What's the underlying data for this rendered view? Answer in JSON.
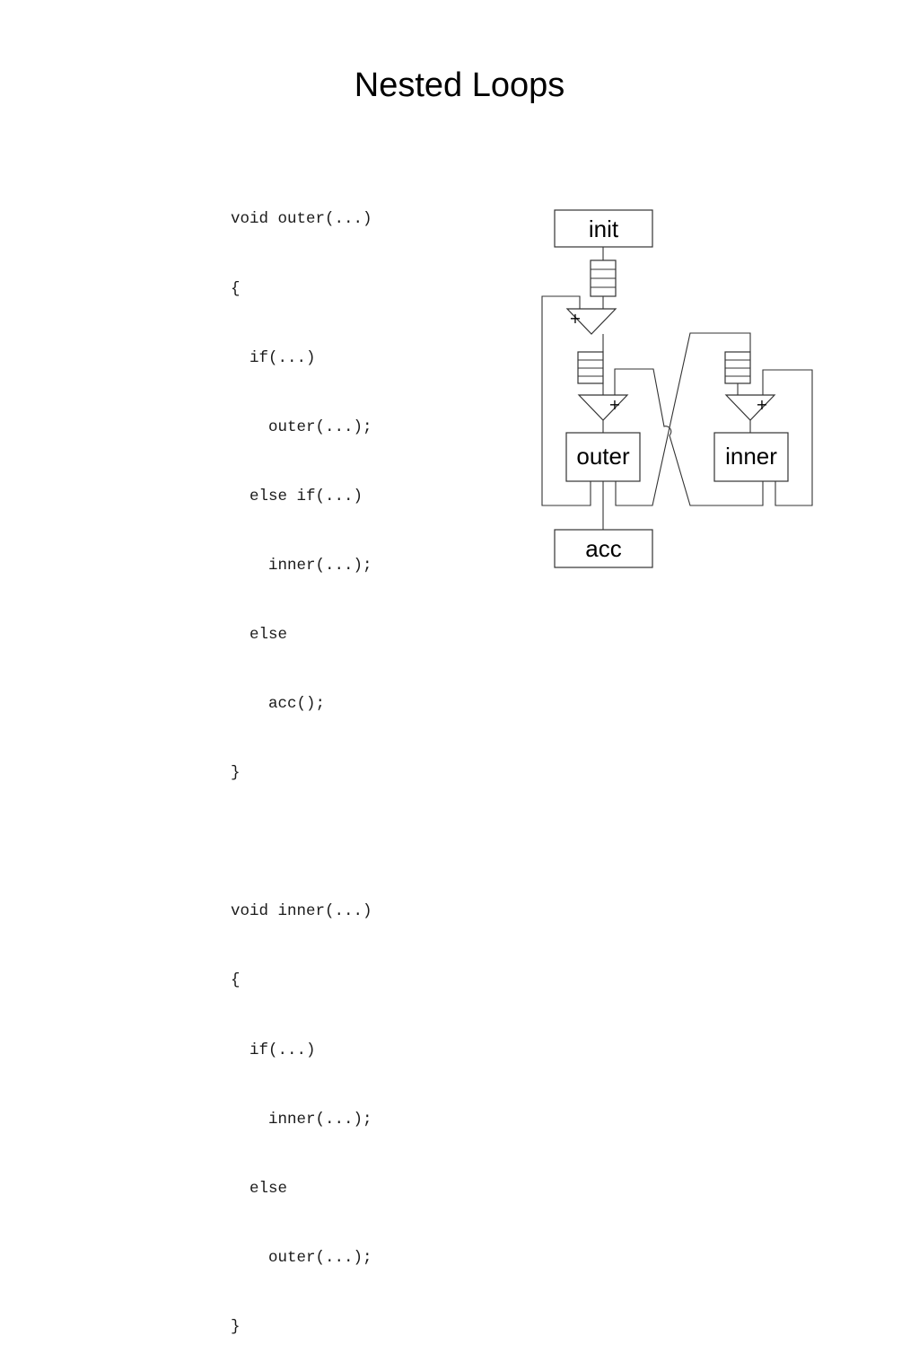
{
  "title": "Nested Loops",
  "code": [
    "void outer(...)",
    "{",
    "  if(...)",
    "    outer(...);",
    "  else if(...)",
    "    inner(...);",
    "  else",
    "    acc();",
    "}",
    "",
    "void inner(...)",
    "{",
    "  if(...)",
    "    inner(...);",
    "  else",
    "    outer(...);",
    "}"
  ],
  "diagram": {
    "blocks": {
      "init": "init",
      "outer": "outer",
      "inner": "inner",
      "acc": "acc"
    },
    "adders": {
      "merge_top": "+",
      "merge_outer": "+",
      "merge_inner": "+"
    },
    "queue_icon": "fifo-queue-icon",
    "adder_icon": "adder-triangle-icon"
  }
}
